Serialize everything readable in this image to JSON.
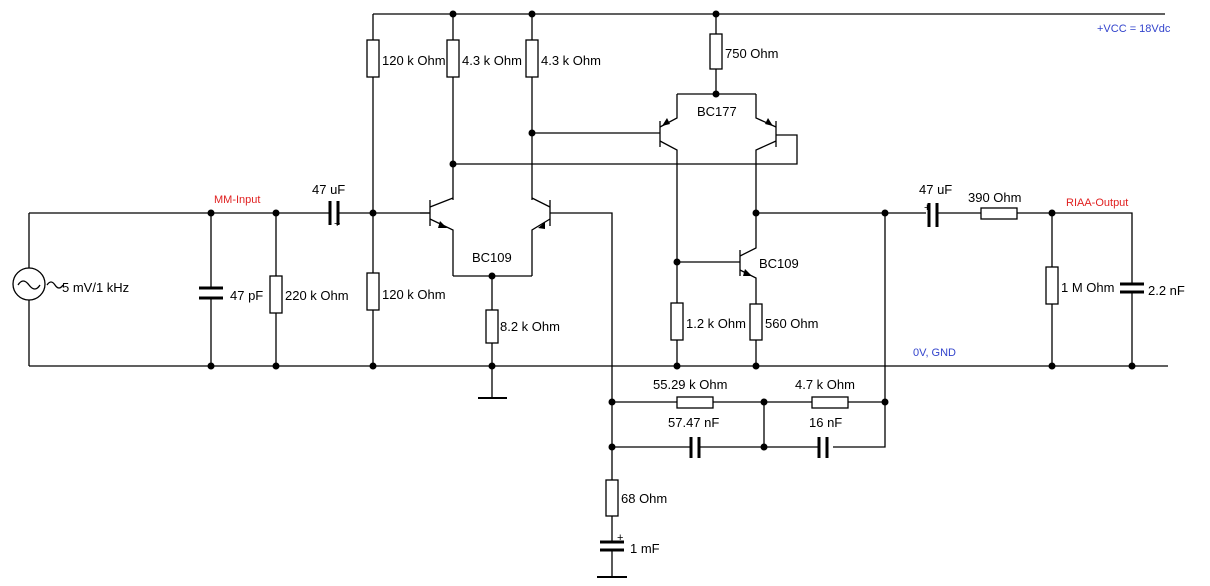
{
  "colors": {
    "wire": "#000000",
    "net_red": "#e02020",
    "net_blue": "#3344cc"
  },
  "nets": {
    "vcc": "+VCC = 18Vdc",
    "gnd": "0V, GND",
    "input": "MM-Input",
    "output": "RIAA-Output"
  },
  "source": {
    "label": "5 mV/1 kHz"
  },
  "components": {
    "c_in_shunt": "47 pF",
    "r_in_shunt": "220 k Ohm",
    "c_in": "47 uF",
    "r_bias_top": "120 k Ohm",
    "r_bias_bot": "120 k Ohm",
    "r_col_1": "4.3 k Ohm",
    "r_col_2": "4.3 k Ohm",
    "q_diff": "BC109",
    "r_tail": "8.2 k Ohm",
    "r_mirror": "750  Ohm",
    "q_mirror": "BC177",
    "q_vas": "BC109",
    "r_vas_base": "1.2 k Ohm",
    "r_vas_emit": "560  Ohm",
    "c_out": "47 uF",
    "r_out": "390  Ohm",
    "r_load": "1 M Ohm",
    "c_load": "2.2 nF",
    "r_fb_1": "55.29 k Ohm",
    "r_fb_2": "4.7 k Ohm",
    "c_fb_1": "57.47 nF",
    "c_fb_2": "16 nF",
    "r_fb_gnd": "68  Ohm",
    "c_fb_gnd": "1 mF"
  },
  "polarity_mark": "+"
}
